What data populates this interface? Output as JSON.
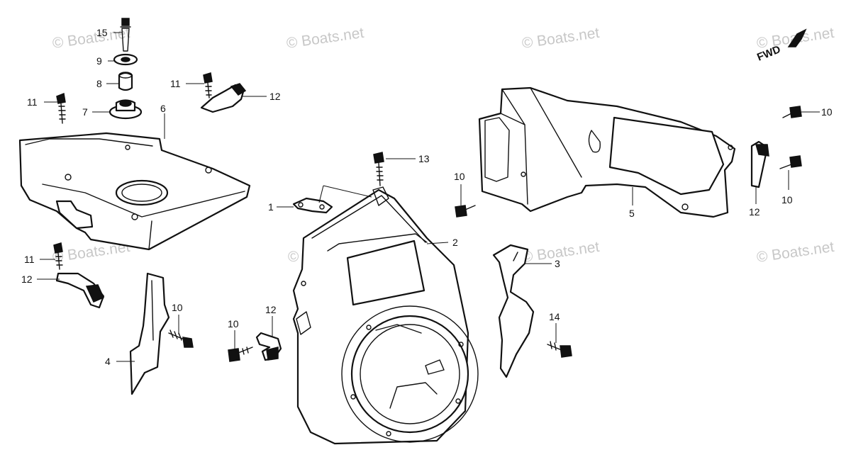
{
  "watermark_text": "© Boats.net",
  "fwd_label": "FWD",
  "callouts": {
    "c1": "1",
    "c2": "2",
    "c3": "3",
    "c4": "4",
    "c5": "5",
    "c6": "6",
    "c7": "7",
    "c8": "8",
    "c9": "9",
    "c15": "15",
    "c11a": "11",
    "c11b": "11",
    "c11c": "11",
    "c12a": "12",
    "c12b": "12",
    "c12c": "12",
    "c12d": "12",
    "c10a": "10",
    "c10b": "10",
    "c10c": "10",
    "c10d": "10",
    "c10e": "10",
    "c13": "13",
    "c14": "14"
  }
}
